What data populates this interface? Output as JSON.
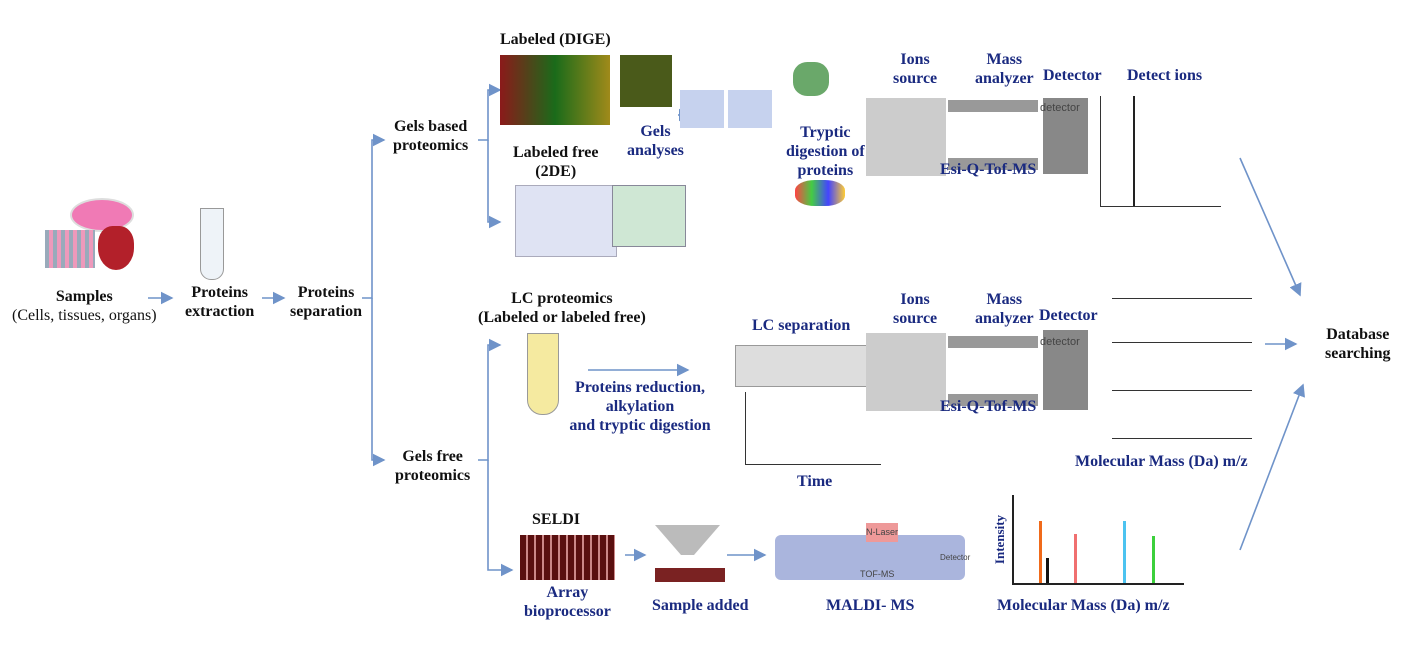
{
  "samples": {
    "title": "Samples",
    "sub": "(Cells, tissues, organs)"
  },
  "extraction": {
    "line1": "Proteins",
    "line2": "extraction"
  },
  "separation": {
    "line1": "Proteins",
    "line2": "separation"
  },
  "gels_based": {
    "line1": "Gels based",
    "line2": "proteomics"
  },
  "gels_free": {
    "line1": "Gels free",
    "line2": "proteomics"
  },
  "dige": "Labeled (DIGE)",
  "labeled_free": {
    "line1": "Labeled free",
    "line2": "(2DE)"
  },
  "gels_analyses": {
    "line1": "Gels",
    "line2": "analyses"
  },
  "tryptic": {
    "line1": "Tryptic",
    "line2": "digestion of",
    "line3": "proteins"
  },
  "ms_top": {
    "ions1": "Ions",
    "ions2": "source",
    "mass1": "Mass",
    "mass2": "analyzer",
    "detector": "Detector",
    "detect_ions": "Detect ions",
    "instrument": "Esi-Q-Tof-MS",
    "detector_small": "detector"
  },
  "lc": {
    "line1": "LC proteomics",
    "line2": "(Labeled or labeled free)",
    "separation": "LC separation",
    "prep1": "Proteins reduction,",
    "prep2": "alkylation",
    "prep3": "and tryptic digestion",
    "time": "Time"
  },
  "ms_mid": {
    "ions1": "Ions",
    "ions2": "source",
    "mass1": "Mass",
    "mass2": "analyzer",
    "detector": "Detector",
    "instrument": "Esi-Q-Tof-MS",
    "detector_small": "detector",
    "xlabel": "Molecular Mass (Da) m/z"
  },
  "seldi": {
    "title": "SELDI",
    "array1": "Array",
    "array2": "bioprocessor",
    "sample_added": "Sample added",
    "maldi": "MALDI- MS",
    "laser": "N-Laser",
    "tof": "TOF-MS",
    "detector_small": "Detector",
    "ylabel": "Intensity",
    "xlabel": "Molecular Mass (Da) m/z"
  },
  "database": {
    "line1": "Database",
    "line2": "searching"
  },
  "colors": {
    "arrow": "#6f93c9",
    "label_blue": "#1a2a80"
  }
}
